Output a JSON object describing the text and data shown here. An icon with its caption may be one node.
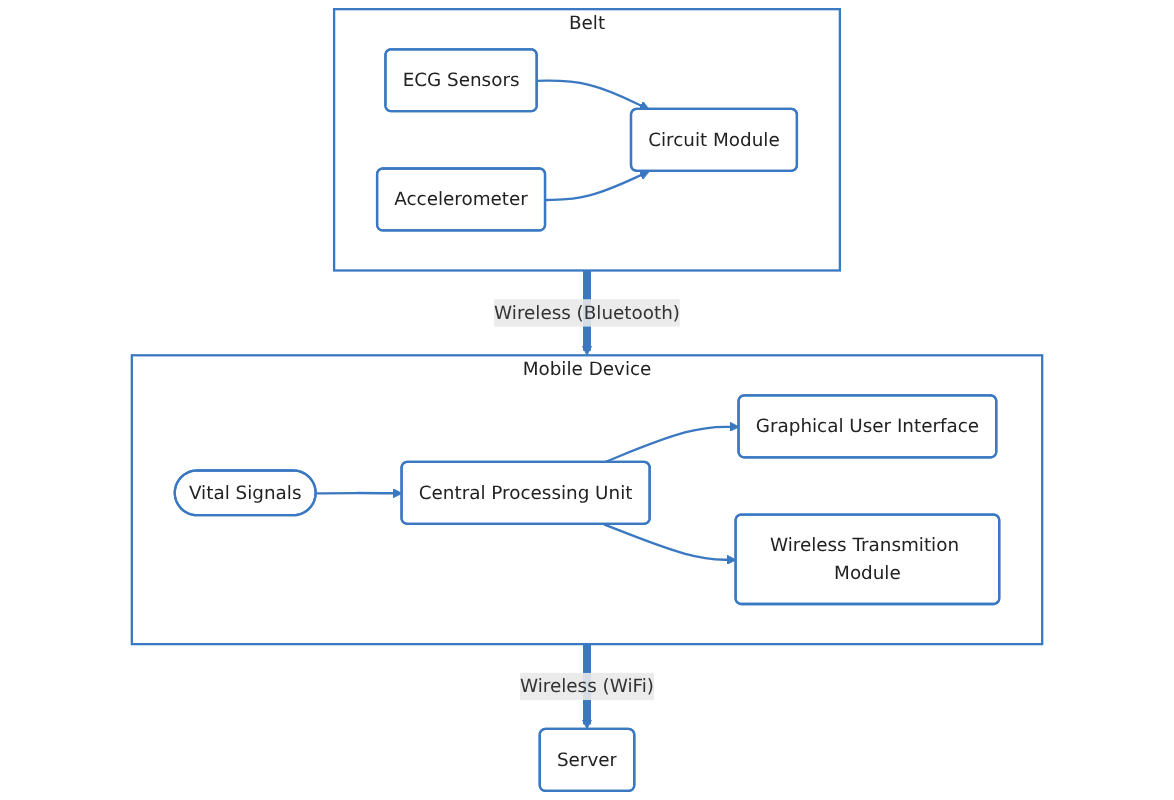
{
  "diagram": {
    "nodes": [
      {
        "text": [
          "Mobile Device"
        ]
      },
      {
        "text": [
          "Graphical User Interface"
        ],
        "in": 0
      },
      {
        "text": [
          "Central Processing Unit"
        ],
        "in": 0
      },
      {
        "text": [
          "Wireless Transmition Module"
        ],
        "in": 0
      },
      {
        "text": [
          "Vital Signals"
        ],
        "in": 0
      },
      {
        "text": [
          "Server"
        ]
      },
      {
        "text": [
          "Belt"
        ]
      },
      {
        "text": [
          "ECG Sensors"
        ],
        "in": 6
      },
      {
        "text": [
          "Accelerometer"
        ],
        "in": 6
      },
      {
        "text": [
          "Circuit Module"
        ],
        "in": 6
      }
    ],
    "edges": [
      {
        "from": 2,
        "to": 1,
        "arrow": "to"
      },
      {
        "from": 2,
        "to": 3,
        "arrow": "to"
      },
      {
        "from": 4,
        "to": 2,
        "arrow": "to"
      },
      {
        "from": 0,
        "to": 5,
        "arrow": "to",
        "label": "Wireless (WiFi)",
        "style": "thick"
      },
      {
        "from": 6,
        "to": 0,
        "arrow": "to",
        "label": "Wireless (Bluetooth)",
        "style": "thick"
      },
      {
        "from": 7,
        "to": 9,
        "arrow": "to"
      },
      {
        "from": 8,
        "to": 9,
        "arrow": "to"
      }
    ]
  }
}
